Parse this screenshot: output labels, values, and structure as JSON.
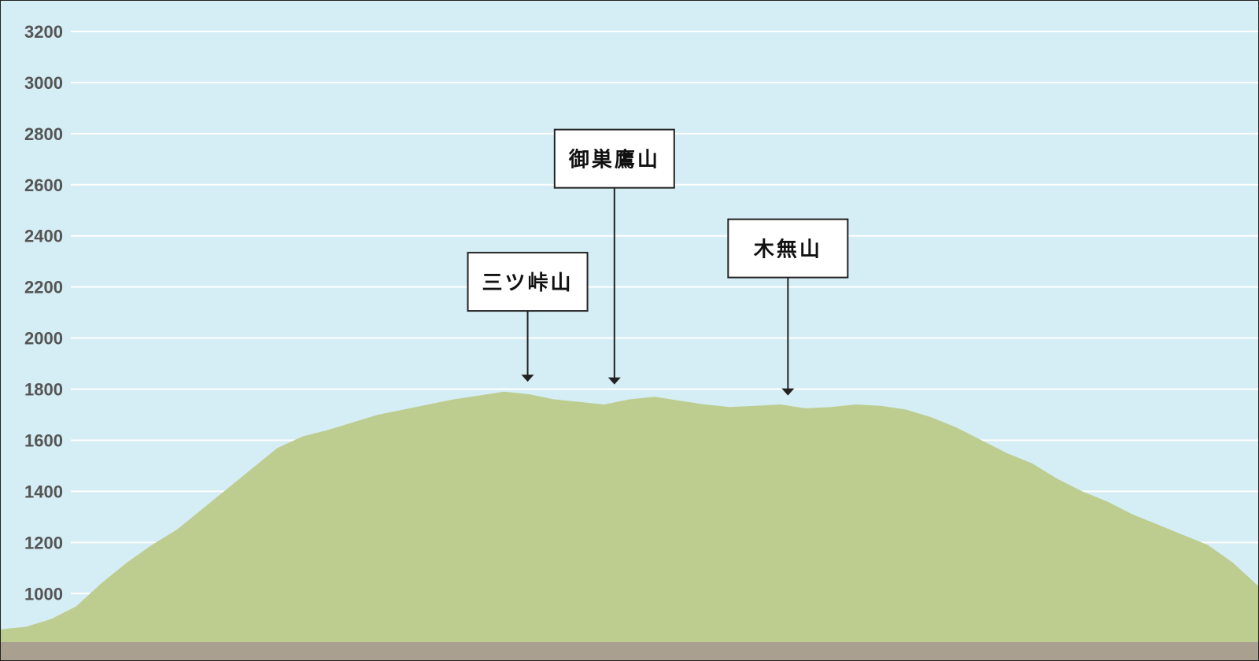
{
  "chart_data": {
    "type": "area",
    "title": "",
    "xlabel": "",
    "ylabel": "",
    "ylim": [
      810,
      3320
    ],
    "yticks": [
      1000,
      1200,
      1400,
      1600,
      1800,
      2000,
      2200,
      2400,
      2600,
      2800,
      3000,
      3200
    ],
    "yticks_labels": [
      "1000",
      "1200",
      "1400",
      "1600",
      "1800",
      "2000",
      "2200",
      "2400",
      "2600",
      "2800",
      "3000",
      "3200"
    ],
    "grid": true,
    "xlim": [
      0,
      1
    ],
    "profile": {
      "x": [
        0,
        0.02,
        0.04,
        0.06,
        0.08,
        0.1,
        0.12,
        0.14,
        0.16,
        0.18,
        0.2,
        0.22,
        0.24,
        0.26,
        0.28,
        0.3,
        0.32,
        0.34,
        0.36,
        0.38,
        0.4,
        0.42,
        0.44,
        0.46,
        0.48,
        0.5,
        0.52,
        0.54,
        0.56,
        0.58,
        0.6,
        0.62,
        0.64,
        0.66,
        0.68,
        0.7,
        0.72,
        0.74,
        0.76,
        0.78,
        0.8,
        0.82,
        0.84,
        0.86,
        0.88,
        0.9,
        0.92,
        0.94,
        0.96,
        0.98,
        1.0
      ],
      "y": [
        860,
        870,
        900,
        950,
        1040,
        1120,
        1190,
        1250,
        1330,
        1410,
        1490,
        1570,
        1615,
        1640,
        1670,
        1700,
        1720,
        1740,
        1760,
        1775,
        1790,
        1780,
        1760,
        1750,
        1740,
        1760,
        1770,
        1755,
        1740,
        1730,
        1735,
        1740,
        1725,
        1730,
        1740,
        1735,
        1720,
        1690,
        1650,
        1600,
        1550,
        1510,
        1450,
        1400,
        1360,
        1310,
        1270,
        1230,
        1190,
        1120,
        1030
      ]
    },
    "series_color": "#bdcd90",
    "sky_color": "#d5edf4",
    "ground_color": "#a9a090",
    "grid_color": "#ffffff",
    "annotations": [
      {
        "label": "三ツ峠山",
        "x": 0.419,
        "value": 1786
      },
      {
        "label": "御巣鷹山",
        "x": 0.488,
        "value": 1775
      },
      {
        "label": "木無山",
        "x": 0.626,
        "value": 1732
      }
    ]
  }
}
